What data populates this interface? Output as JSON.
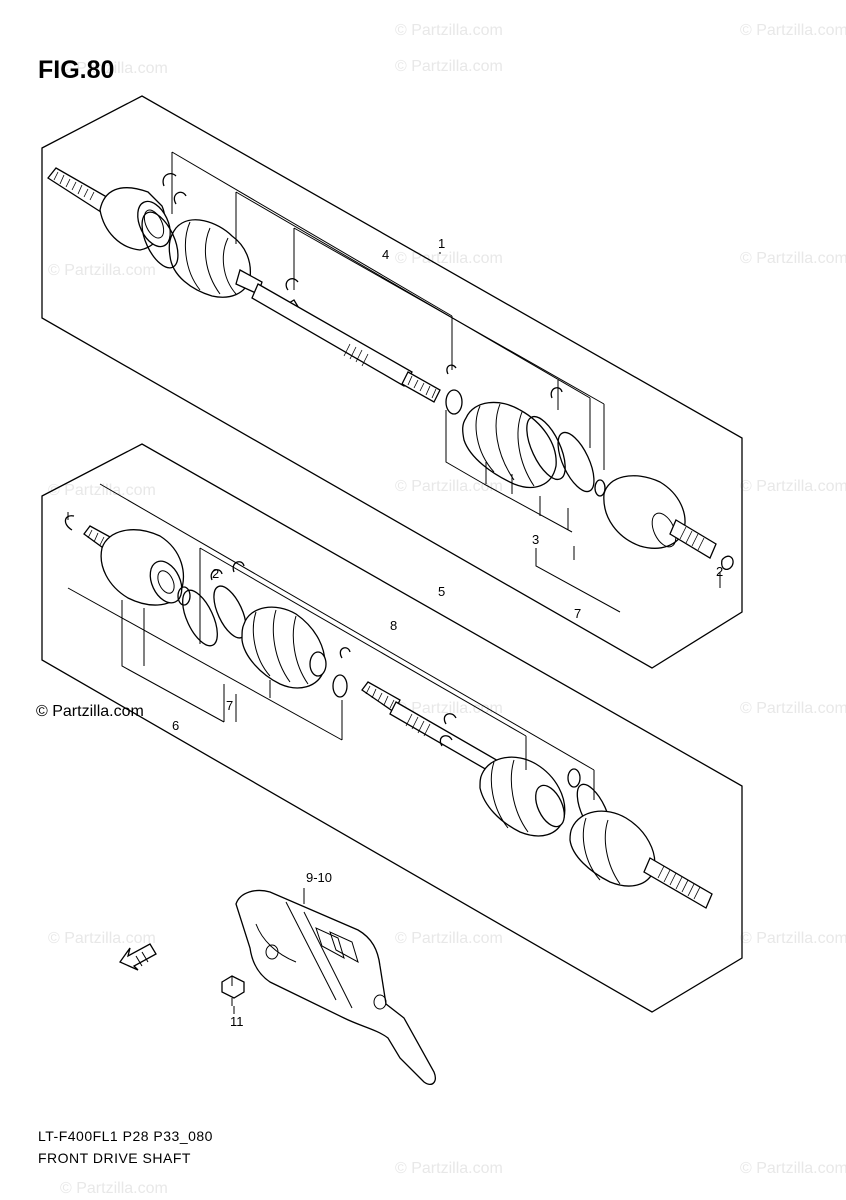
{
  "figure": {
    "title": "FIG.80",
    "code": "LT-F400FL1 P28 P33_080",
    "name": "FRONT DRIVE SHAFT"
  },
  "copyright": {
    "line1": "© Partzilla.com"
  },
  "watermark_text": "© Partzilla.com",
  "callouts": {
    "c1": "1",
    "c2": "2",
    "c3": "3",
    "c4": "4",
    "c5": "5",
    "c6": "6",
    "c7": "7",
    "c8": "8",
    "c9_10": "9-10",
    "c11": "11",
    "c2b": "2"
  },
  "icons": {
    "front_arrow": "front-direction-arrow-icon"
  }
}
